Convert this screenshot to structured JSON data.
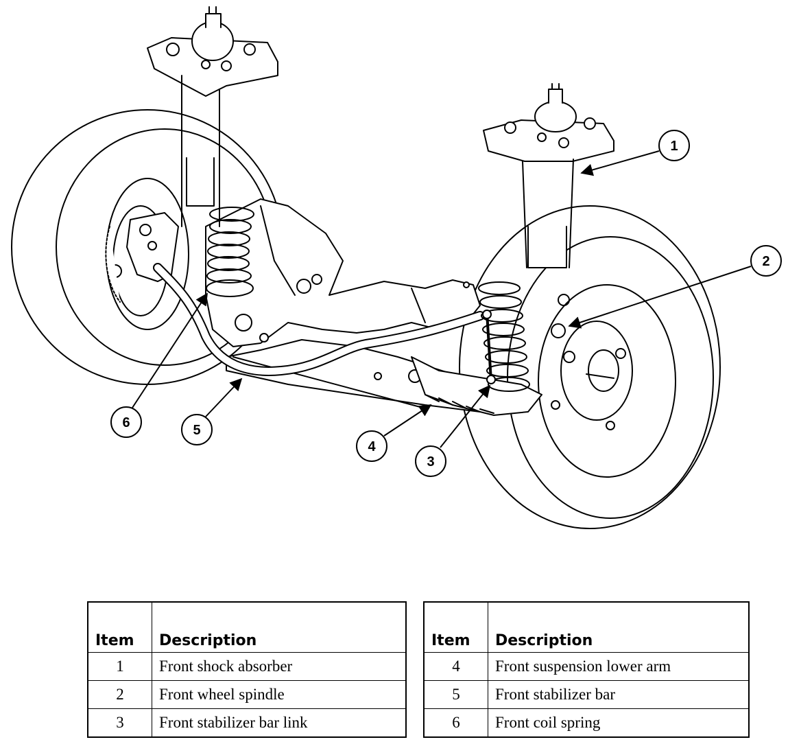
{
  "callouts": [
    "1",
    "2",
    "3",
    "4",
    "5",
    "6"
  ],
  "legend": {
    "item_header": "Item",
    "description_header": "Description",
    "left_rows": [
      {
        "item": "1",
        "description": "Front shock absorber"
      },
      {
        "item": "2",
        "description": "Front wheel spindle"
      },
      {
        "item": "3",
        "description": "Front stabilizer bar link"
      }
    ],
    "right_rows": [
      {
        "item": "4",
        "description": "Front suspension lower arm"
      },
      {
        "item": "5",
        "description": "Front stabilizer bar"
      },
      {
        "item": "6",
        "description": "Front coil spring"
      }
    ]
  }
}
